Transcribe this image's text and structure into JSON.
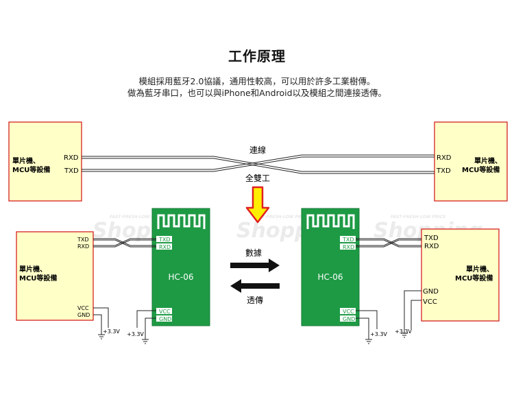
{
  "header": {
    "title": "工作原理",
    "desc_line1": "模組採用藍牙2.0協議，通用性較高，可以用於許多工業樹傳。",
    "desc_line2": "做為藍牙串口，也可以與iPhone和Android以及模組之間連接透傳。"
  },
  "top_section": {
    "left_device": {
      "line1": "單片機、",
      "line2": "MCU等設備",
      "pin_rxd": "RXD",
      "pin_txd": "TXD"
    },
    "right_device": {
      "line1": "單片機、",
      "line2": "MCU等設備",
      "pin_rxd": "RXD",
      "pin_txd": "TXD"
    },
    "connection_label": "連線",
    "duplex_label": "全雙工"
  },
  "bottom_section": {
    "left_mcu": {
      "line1": "單片機、",
      "line2": "MCU等設備",
      "pin_txd": "TXD",
      "pin_rxd": "RXD",
      "pin_vcc": "VCC",
      "pin_gnd": "GND",
      "supply": "+3.3V"
    },
    "left_module": {
      "name": "HC-06",
      "pin_txd": "TXD",
      "pin_rxd": "RXD",
      "pin_vcc": "VCC",
      "pin_gnd": "GND",
      "supply": "+3.3V"
    },
    "right_module": {
      "name": "HC-06",
      "pin_txd": "TXD",
      "pin_rxd": "RXD",
      "pin_vcc": "VCC",
      "pin_gnd": "GND",
      "supply": "+3.3V"
    },
    "right_mcu": {
      "line1": "單片機、",
      "line2": "MCU等設備",
      "pin_txd": "TXD",
      "pin_rxd": "RXD",
      "pin_gnd": "GND",
      "pin_vcc": "VCC",
      "supply": "+3.3V"
    },
    "data_label": "數據",
    "transfer_label": "透傳"
  },
  "watermark": {
    "word": "Shopping",
    "tagline": "FAST·FRESH·LOW PRICE"
  },
  "colors": {
    "device_fill": "#ffffc8",
    "device_stroke": "#d62020",
    "module_green": "#1e9a45",
    "arrow_red": "#e02020",
    "arrow_fill": "#ffee00",
    "wire": "#222222"
  }
}
